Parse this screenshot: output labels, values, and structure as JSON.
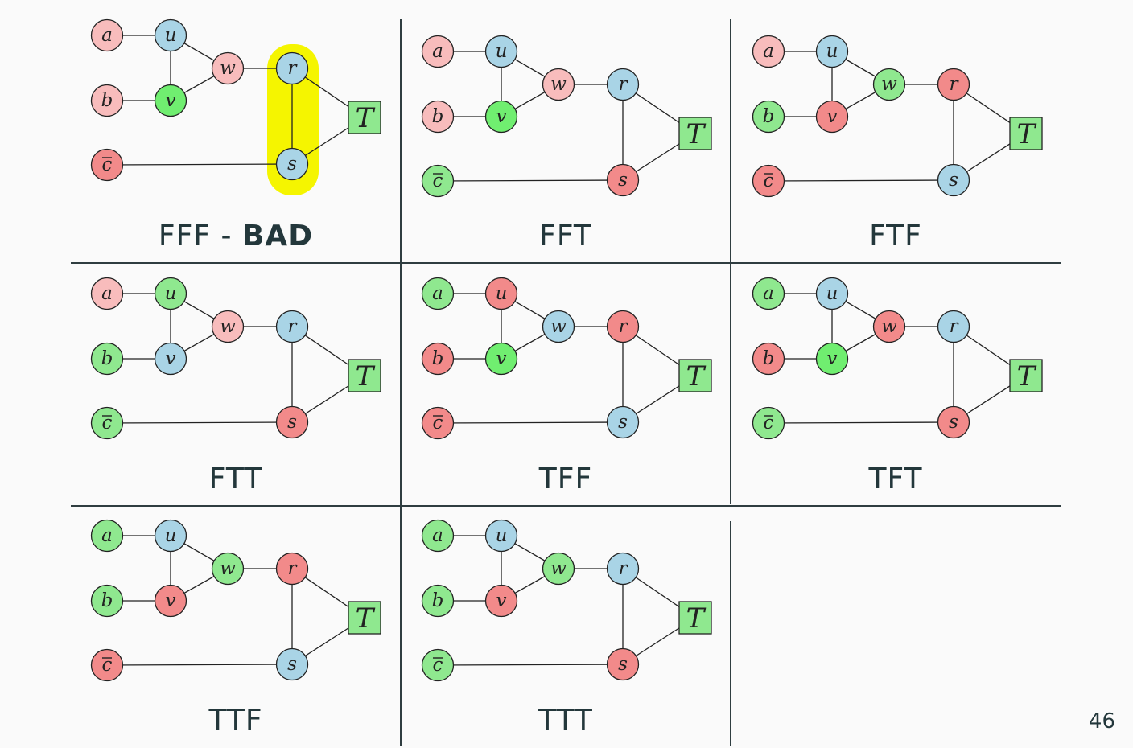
{
  "colors": {
    "pink": "#f8bcbc",
    "blue": "#a9d4e6",
    "green": "#8fe88f",
    "brightgreen": "#70ee70",
    "red": "#f28a8a",
    "highlight": "#f5f500",
    "rule": "#2f3d40"
  },
  "node_labels": {
    "a": "a",
    "b": "b",
    "c": "c",
    "u": "u",
    "v": "v",
    "w": "w",
    "r": "r",
    "s": "s",
    "T": "T"
  },
  "panels": [
    {
      "caption_main": "FFF - ",
      "caption_strong": "BAD",
      "highlight": true,
      "colors": {
        "a": "pink",
        "b": "pink",
        "c": "red",
        "u": "blue",
        "v": "brightgreen",
        "w": "pink",
        "r": "blue",
        "s": "blue",
        "T": "green"
      }
    },
    {
      "caption_main": "FFT",
      "caption_strong": "",
      "highlight": false,
      "colors": {
        "a": "pink",
        "b": "pink",
        "c": "green",
        "u": "blue",
        "v": "brightgreen",
        "w": "pink",
        "r": "blue",
        "s": "red",
        "T": "green"
      }
    },
    {
      "caption_main": "FTF",
      "caption_strong": "",
      "highlight": false,
      "colors": {
        "a": "pink",
        "b": "green",
        "c": "red",
        "u": "blue",
        "v": "red",
        "w": "green",
        "r": "red",
        "s": "blue",
        "T": "green"
      }
    },
    {
      "caption_main": "FTT",
      "caption_strong": "",
      "highlight": false,
      "colors": {
        "a": "pink",
        "b": "green",
        "c": "green",
        "u": "green",
        "v": "blue",
        "w": "pink",
        "r": "blue",
        "s": "red",
        "T": "green"
      }
    },
    {
      "caption_main": "TFF",
      "caption_strong": "",
      "highlight": false,
      "colors": {
        "a": "green",
        "b": "red",
        "c": "red",
        "u": "red",
        "v": "brightgreen",
        "w": "blue",
        "r": "red",
        "s": "blue",
        "T": "green"
      }
    },
    {
      "caption_main": "TFT",
      "caption_strong": "",
      "highlight": false,
      "colors": {
        "a": "green",
        "b": "red",
        "c": "green",
        "u": "blue",
        "v": "brightgreen",
        "w": "red",
        "r": "blue",
        "s": "red",
        "T": "green"
      }
    },
    {
      "caption_main": "TTF",
      "caption_strong": "",
      "highlight": false,
      "colors": {
        "a": "green",
        "b": "green",
        "c": "red",
        "u": "blue",
        "v": "red",
        "w": "green",
        "r": "red",
        "s": "blue",
        "T": "green"
      }
    },
    {
      "caption_main": "TTT",
      "caption_strong": "",
      "highlight": false,
      "colors": {
        "a": "green",
        "b": "green",
        "c": "green",
        "u": "blue",
        "v": "red",
        "w": "green",
        "r": "blue",
        "s": "red",
        "T": "green"
      }
    }
  ],
  "page_number": "46"
}
